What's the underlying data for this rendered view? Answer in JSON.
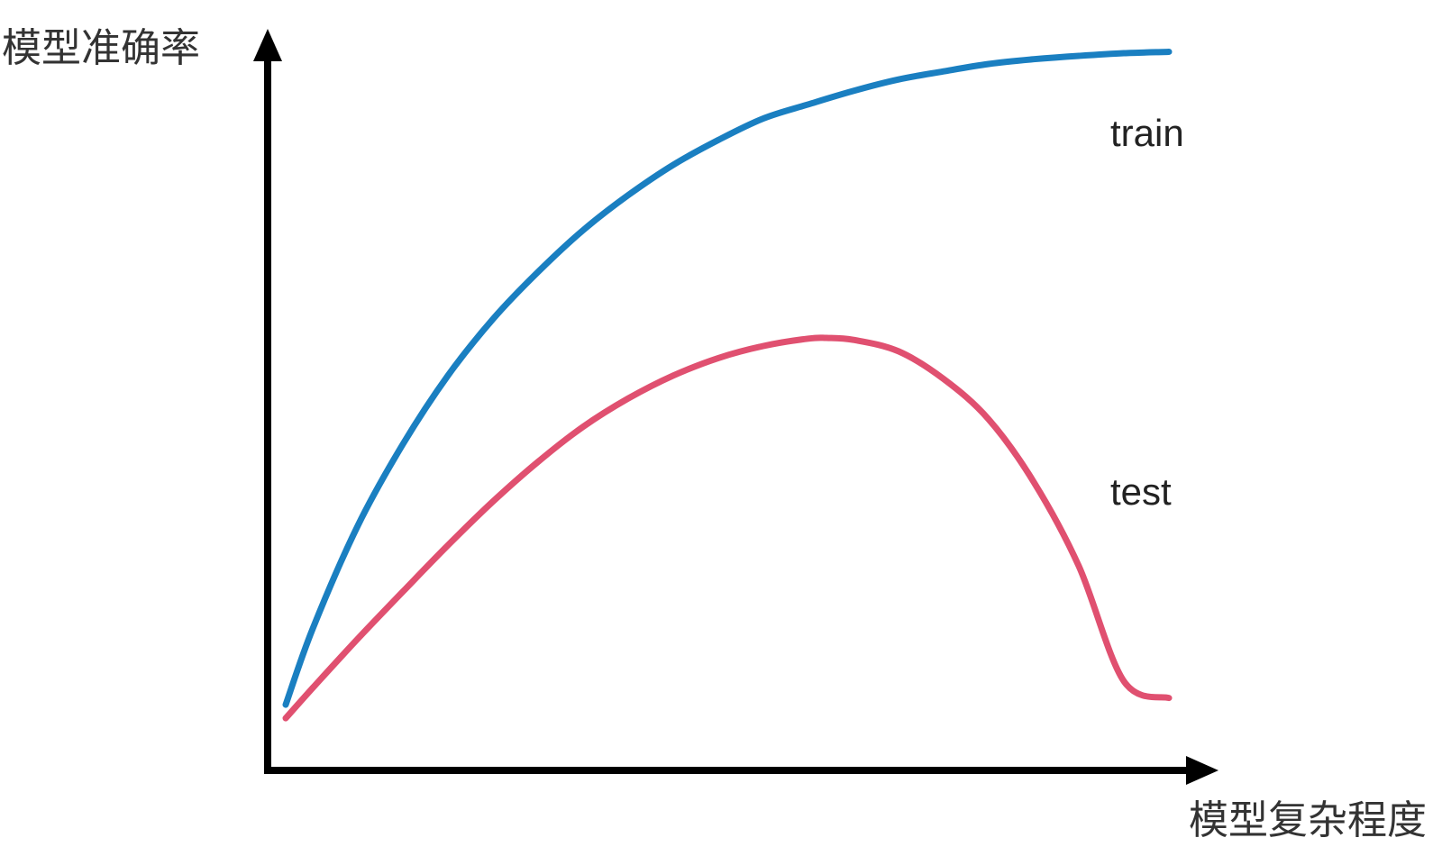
{
  "chart_data": {
    "type": "line",
    "xlabel": "模型复杂程度",
    "ylabel": "模型准确率",
    "xlim": [
      0,
      100
    ],
    "ylim": [
      0,
      100
    ],
    "grid": false,
    "legend": "none",
    "series": [
      {
        "name": "train",
        "color": "#1a7fc1",
        "x": [
          2,
          5,
          10,
          15,
          20,
          25,
          30,
          35,
          40,
          45,
          50,
          55,
          60,
          65,
          70,
          75,
          80,
          85,
          90,
          95,
          100
        ],
        "y": [
          4,
          15.3,
          30.6,
          42.7,
          52.9,
          61.3,
          68.3,
          74.5,
          79.7,
          84.2,
          87.9,
          91.1,
          93.2,
          95.2,
          96.9,
          98.1,
          99.2,
          99.9,
          100.4,
          100.8,
          101
        ]
      },
      {
        "name": "test",
        "color": "#e05070",
        "x": [
          2,
          5,
          10,
          15,
          20,
          25,
          30,
          35,
          40,
          45,
          50,
          55,
          60,
          62,
          65,
          70,
          75,
          80,
          85,
          90,
          95,
          100
        ],
        "y": [
          2,
          6.5,
          13.8,
          20.8,
          27.7,
          34.2,
          40.1,
          45.3,
          49.5,
          52.9,
          55.5,
          57.3,
          58.4,
          58.5,
          58.2,
          56.5,
          52.4,
          46.4,
          37.1,
          24.6,
          7.5,
          5
        ]
      }
    ]
  }
}
